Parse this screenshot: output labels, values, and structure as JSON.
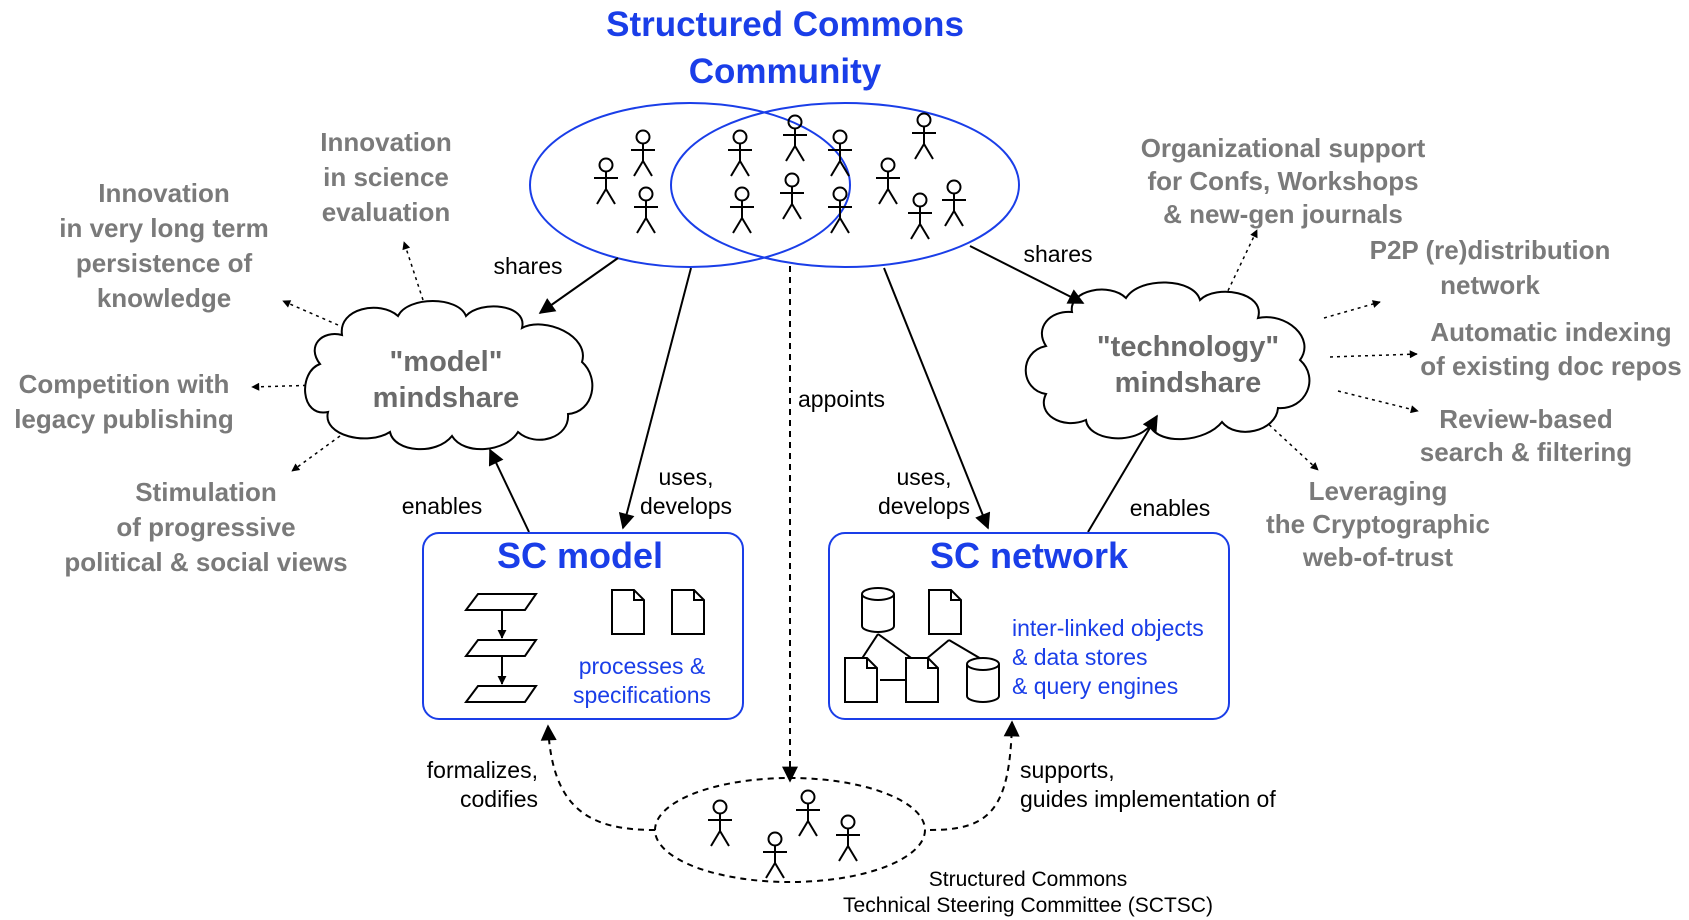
{
  "title": [
    "Structured Commons",
    "Community"
  ],
  "left_outcomes": [
    {
      "lines": [
        "Innovation",
        "in science",
        "evaluation"
      ]
    },
    {
      "lines": [
        "Innovation",
        "in very long term",
        "persistence of",
        "knowledge"
      ]
    },
    {
      "lines": [
        "Competition with",
        "legacy publishing"
      ]
    },
    {
      "lines": [
        "Stimulation",
        "of progressive",
        "political & social views"
      ]
    }
  ],
  "right_outcomes": [
    {
      "lines": [
        "Organizational support",
        "for Confs, Workshops",
        "& new-gen journals"
      ]
    },
    {
      "lines": [
        "P2P (re)distribution",
        "network"
      ]
    },
    {
      "lines": [
        "Automatic indexing",
        "of existing doc repos"
      ]
    },
    {
      "lines": [
        "Review-based",
        "search & filtering"
      ]
    },
    {
      "lines": [
        "Leveraging",
        "the Cryptographic",
        "web-of-trust"
      ]
    }
  ],
  "model_cloud": [
    "\"model\"",
    "mindshare"
  ],
  "tech_cloud": [
    "\"technology\"",
    "mindshare"
  ],
  "edge_labels": {
    "shares_left": "shares",
    "shares_right": "shares",
    "appoints": "appoints",
    "uses_left": [
      "uses,",
      "develops"
    ],
    "uses_right": [
      "uses,",
      "develops"
    ],
    "enables_left": "enables",
    "enables_right": "enables",
    "formalizes": [
      "formalizes,",
      "codifies"
    ],
    "supports": [
      "supports,",
      "guides implementation of"
    ]
  },
  "sc_model": {
    "title": "SC model",
    "caption": [
      "processes &",
      "specifications"
    ]
  },
  "sc_network": {
    "title": "SC network",
    "caption": [
      "inter-linked objects",
      "& data stores",
      "& query engines"
    ]
  },
  "committee_label": [
    "Structured Commons",
    "Technical Steering Committee (SCTSC)"
  ],
  "colors": {
    "accent_blue": "#1a3ee8",
    "outcome_gray": "#7a7a7a",
    "line": "#000000"
  }
}
